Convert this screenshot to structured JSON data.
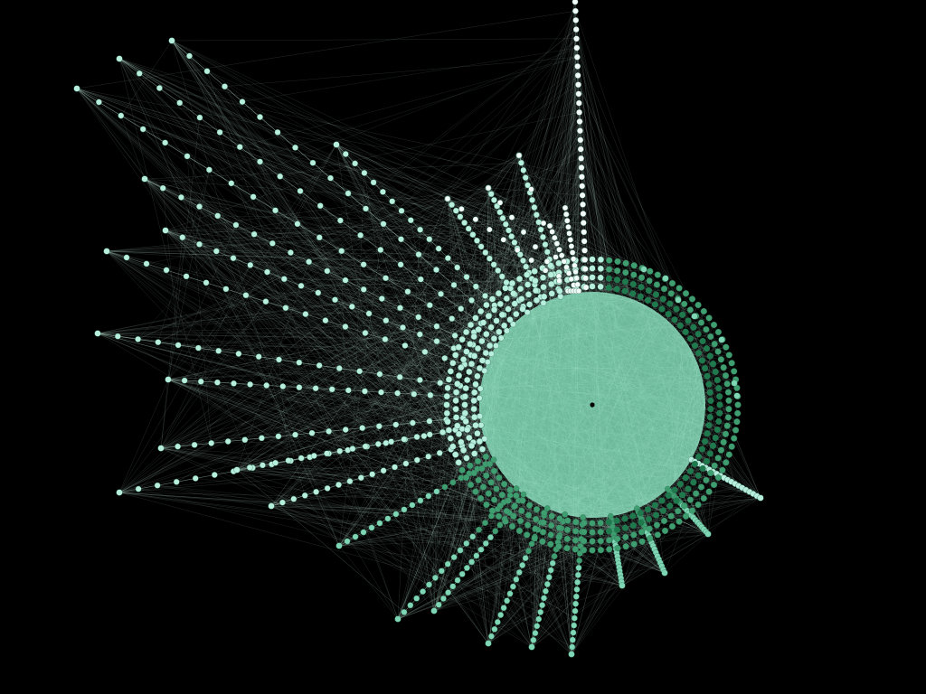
{
  "graph": {
    "background": "#000000",
    "palette": {
      "light_node": "#b8eedd",
      "mid_node": "#7fd6b4",
      "dark_node": "#3f9e6f",
      "darkest_node": "#1e7a4c",
      "white_node": "#f2fbf8",
      "edge": "#c9f2e3",
      "center_dot": "#000000"
    },
    "hub": {
      "fan_rays": 26,
      "nodes_per_ray": 20,
      "ring_dense_rows": 4
    },
    "top_chain_nodes": 32,
    "short_spikes": [
      5,
      8,
      10,
      12,
      14
    ],
    "random_edges": 900
  }
}
